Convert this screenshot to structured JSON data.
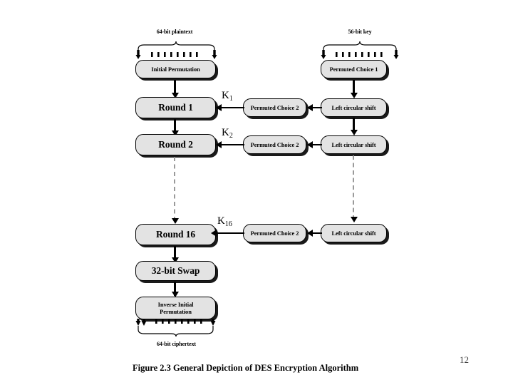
{
  "figure": {
    "caption": "Figure 2.3  General Depiction of DES Encryption Algorithm",
    "page_number": "12"
  },
  "io_labels": {
    "plaintext_in": "64-bit plaintext",
    "key_in": "56-bit key",
    "ciphertext_out": "64-bit ciphertext"
  },
  "data_path": {
    "initial_permutation": "Initial Permutation",
    "round_1": "Round 1",
    "round_2": "Round 2",
    "round_16": "Round 16",
    "swap": "32-bit Swap",
    "inverse_permutation_line1": "Inverse Initial",
    "inverse_permutation_line2": "Permutation"
  },
  "key_schedule": {
    "permuted_choice_1": "Permuted Choice 1",
    "permuted_choice_2": "Permuted Choice 2",
    "left_circular_shift": "Left circular shift"
  },
  "subkeys": [
    {
      "base": "K",
      "sub": "1"
    },
    {
      "base": "K",
      "sub": "2"
    },
    {
      "base": "K",
      "sub": "16"
    }
  ],
  "colors": {
    "box_fill": "#e3e3e3",
    "box_border": "#000000",
    "shadow": "#1a1a1a",
    "dashed_connector": "#9a9a9a",
    "background": "#ffffff"
  }
}
